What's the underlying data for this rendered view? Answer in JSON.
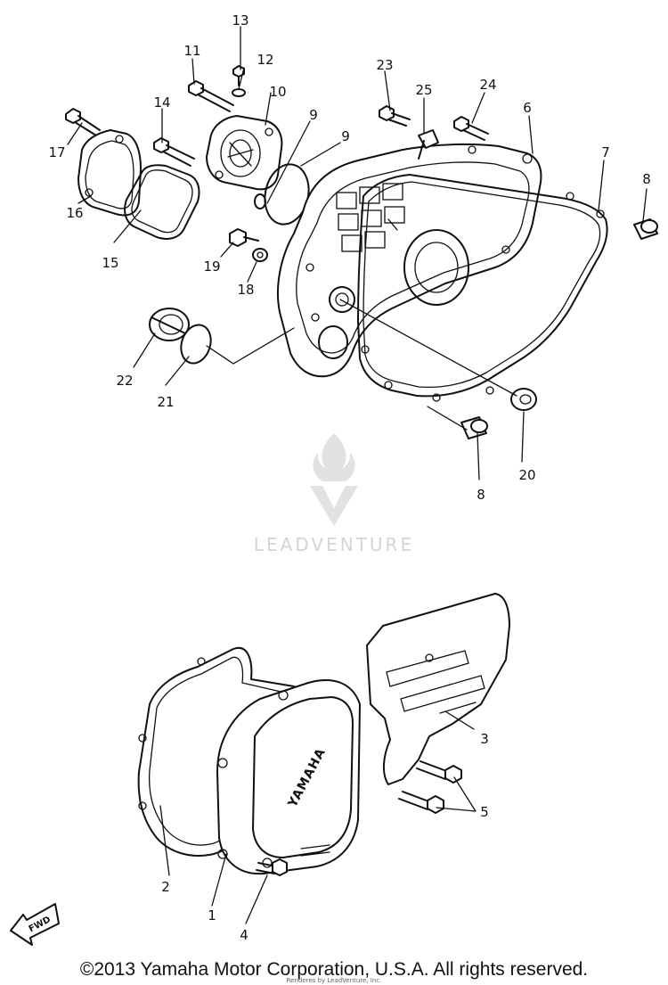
{
  "callouts": [
    {
      "id": "p1",
      "text": "1"
    },
    {
      "id": "p2",
      "text": "2"
    },
    {
      "id": "p3",
      "text": "3"
    },
    {
      "id": "p4",
      "text": "4"
    },
    {
      "id": "p5",
      "text": "5"
    },
    {
      "id": "p6",
      "text": "6"
    },
    {
      "id": "p7",
      "text": "7"
    },
    {
      "id": "p8a",
      "text": "8"
    },
    {
      "id": "p8b",
      "text": "8"
    },
    {
      "id": "p9",
      "text": "9"
    },
    {
      "id": "p10",
      "text": "10"
    },
    {
      "id": "p11",
      "text": "11"
    },
    {
      "id": "p12",
      "text": "12"
    },
    {
      "id": "p13",
      "text": "13"
    },
    {
      "id": "p14",
      "text": "14"
    },
    {
      "id": "p15",
      "text": "15"
    },
    {
      "id": "p16",
      "text": "16"
    },
    {
      "id": "p17",
      "text": "17"
    },
    {
      "id": "p18",
      "text": "18"
    },
    {
      "id": "p19",
      "text": "19"
    },
    {
      "id": "p20",
      "text": "20"
    },
    {
      "id": "p21",
      "text": "21"
    },
    {
      "id": "p22",
      "text": "22"
    },
    {
      "id": "p23",
      "text": "23"
    },
    {
      "id": "p24",
      "text": "24"
    },
    {
      "id": "p25",
      "text": "25"
    },
    {
      "id": "p26",
      "text": "26"
    }
  ],
  "watermark": {
    "text": "LEADVENTURE"
  },
  "cover_brand": {
    "text": "YAMAHA"
  },
  "fwd_label": {
    "text": "FWD"
  },
  "copyright": {
    "text": "©2013 Yamaha Motor Corporation, U.S.A. All rights reserved."
  },
  "credit": {
    "text": "Renderes by LeadVenture, Inc."
  }
}
